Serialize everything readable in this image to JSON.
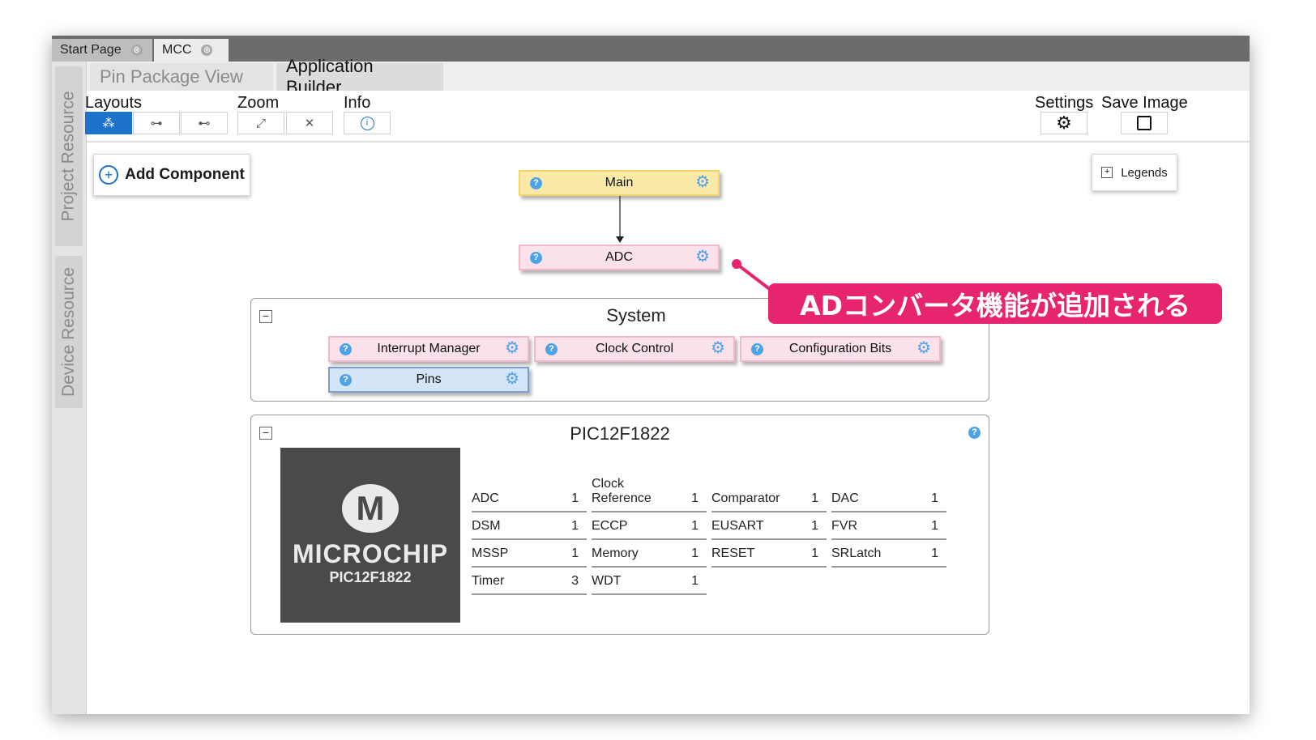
{
  "tabs": [
    {
      "label": "Start Page",
      "close": "⊗"
    },
    {
      "label": "MCC",
      "close": "⊗"
    }
  ],
  "side_tabs": [
    "Project Resource",
    "Device Resource"
  ],
  "view_tabs": [
    "Pin Package View",
    "Application Builder"
  ],
  "toolbar": {
    "layouts_label": "Layouts",
    "zoom_label": "Zoom",
    "info_label": "Info",
    "settings_label": "Settings",
    "save_image_label": "Save Image"
  },
  "canvas": {
    "add_component": "Add Component",
    "legends": "Legends",
    "nodes": {
      "main": "Main",
      "adc": "ADC"
    },
    "system": {
      "title": "System",
      "nodes": [
        "Interrupt Manager",
        "Clock Control",
        "Configuration Bits",
        "Pins"
      ]
    },
    "device": {
      "title": "PIC12F1822",
      "logo_text": "MICROCHIP",
      "chip_name": "PIC12F1822",
      "peripherals": [
        {
          "name": "ADC",
          "count": "1"
        },
        {
          "name": "Clock Reference",
          "count": "1"
        },
        {
          "name": "Comparator",
          "count": "1"
        },
        {
          "name": "DAC",
          "count": "1"
        },
        {
          "name": "DSM",
          "count": "1"
        },
        {
          "name": "ECCP",
          "count": "1"
        },
        {
          "name": "EUSART",
          "count": "1"
        },
        {
          "name": "FVR",
          "count": "1"
        },
        {
          "name": "MSSP",
          "count": "1"
        },
        {
          "name": "Memory",
          "count": "1"
        },
        {
          "name": "RESET",
          "count": "1"
        },
        {
          "name": "SRLatch",
          "count": "1"
        },
        {
          "name": "Timer",
          "count": "3"
        },
        {
          "name": "WDT",
          "count": "1"
        }
      ]
    }
  },
  "annotation": "ADコンバータ機能が追加される",
  "colors": {
    "accent": "#1c73c9",
    "callout": "#e6256e",
    "main_node": "#fbe9a8",
    "pink_node": "#fbe1ea",
    "blue_node": "#d3e5f7"
  }
}
